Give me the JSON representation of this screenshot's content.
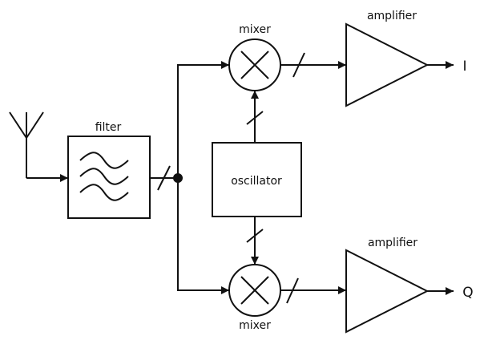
{
  "diagram": {
    "filter_label": "filter",
    "oscillator_label": "oscillator",
    "mixer_top_label": "mixer",
    "mixer_bottom_label": "mixer",
    "amplifier_top_label": "amplifier",
    "amplifier_bottom_label": "amplifier",
    "output_i_label": "I",
    "output_q_label": "Q",
    "icons": {
      "antenna": "antenna-icon",
      "filter": "bandpass-filter-icon",
      "mixer": "multiplier-x-icon",
      "amplifier": "triangle-amplifier-icon"
    },
    "colors": {
      "line": "#111111",
      "background": "#ffffff"
    }
  }
}
